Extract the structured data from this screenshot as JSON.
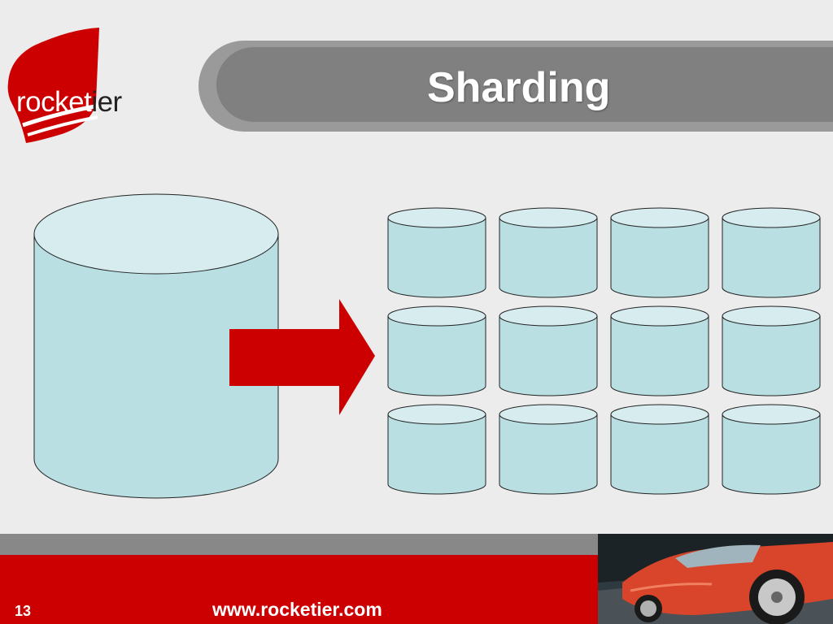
{
  "logo": {
    "text_white": "rocket",
    "text_dark": "ier",
    "alt": "rocketier"
  },
  "slide": {
    "title": "Sharding",
    "page_number": "13",
    "website": "www.rocketier.com"
  },
  "diagram": {
    "source_database": "large database cylinder",
    "arrow": "sharding arrow",
    "shards": {
      "rows": 3,
      "columns": 4
    }
  },
  "colors": {
    "background": "#ececec",
    "title_bar": "#808080",
    "title_bar_outer": "#9a9a9a",
    "accent_red": "#cc0000",
    "cylinder_body": "#b9dfe3",
    "cylinder_top": "#d6ecef",
    "footer_gray": "#888888"
  }
}
